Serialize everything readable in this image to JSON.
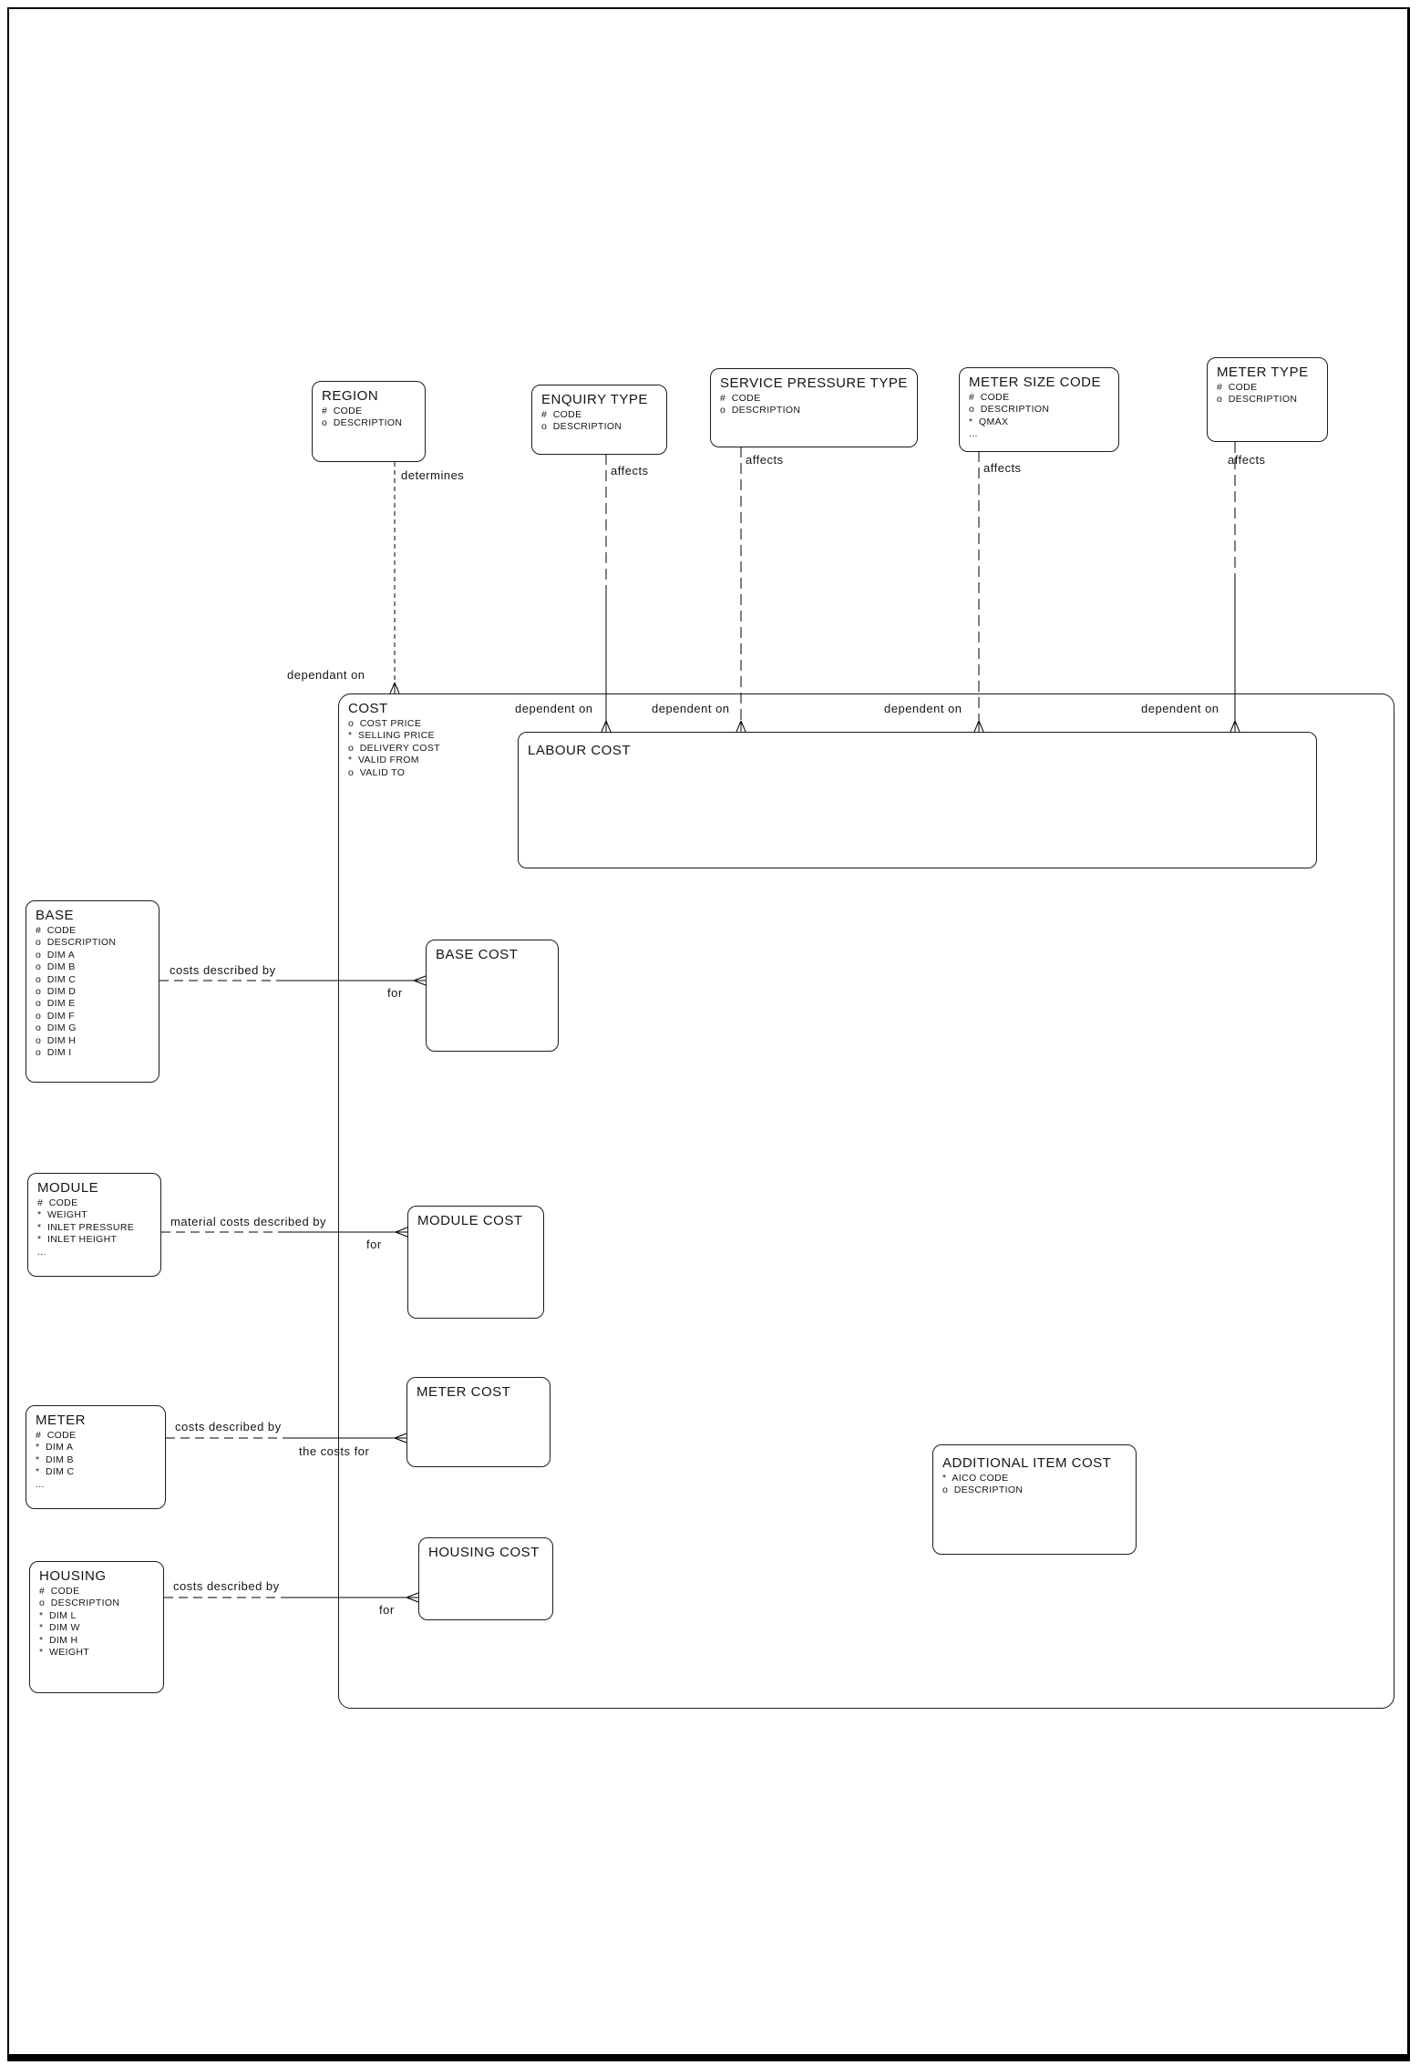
{
  "diagram_type": "entity-relationship-diagram",
  "colors": {
    "line": "#000000",
    "background": "#ffffff",
    "text": "#151515"
  },
  "entities": {
    "region": {
      "title": "REGION",
      "attributes": [
        "#  CODE",
        "o  DESCRIPTION"
      ]
    },
    "enquiry_type": {
      "title": "ENQUIRY TYPE",
      "attributes": [
        "#  CODE",
        "o  DESCRIPTION"
      ]
    },
    "service_pressure_type": {
      "title": "SERVICE PRESSURE TYPE",
      "attributes": [
        "#  CODE",
        "o  DESCRIPTION"
      ]
    },
    "meter_size_code": {
      "title": "METER SIZE CODE",
      "attributes": [
        "#  CODE",
        "o  DESCRIPTION",
        "*  QMAX",
        "..."
      ]
    },
    "meter_type": {
      "title": "METER TYPE",
      "attributes": [
        "#  CODE",
        "o  DESCRIPTION"
      ]
    },
    "cost": {
      "title": "COST",
      "attributes": [
        "o  COST PRICE",
        "*  SELLING PRICE",
        "o  DELIVERY COST",
        "*  VALID FROM",
        "o  VALID TO"
      ]
    },
    "labour_cost": {
      "title": "LABOUR COST",
      "attributes": []
    },
    "base": {
      "title": "BASE",
      "attributes": [
        "#  CODE",
        "o  DESCRIPTION",
        "o  DIM A",
        "o  DIM B",
        "o  DIM C",
        "o  DIM D",
        "o  DIM E",
        "o  DIM F",
        "o  DIM G",
        "o  DIM H",
        "o  DIM I"
      ]
    },
    "base_cost": {
      "title": "BASE COST",
      "attributes": []
    },
    "module": {
      "title": "MODULE",
      "attributes": [
        "#  CODE",
        "*  WEIGHT",
        "*  INLET PRESSURE",
        "*  INLET HEIGHT",
        "..."
      ]
    },
    "module_cost": {
      "title": "MODULE COST",
      "attributes": []
    },
    "meter": {
      "title": "METER",
      "attributes": [
        "#  CODE",
        "*  DIM A",
        "*  DIM B",
        "*  DIM C",
        "..."
      ]
    },
    "meter_cost": {
      "title": "METER COST",
      "attributes": []
    },
    "housing": {
      "title": "HOUSING",
      "attributes": [
        "#  CODE",
        "o  DESCRIPTION",
        "*  DIM L",
        "*  DIM W",
        "*  DIM H",
        "*  WEIGHT"
      ]
    },
    "housing_cost": {
      "title": "HOUSING COST",
      "attributes": []
    },
    "additional_item_cost": {
      "title": "ADDITIONAL ITEM COST",
      "attributes": [
        "*  AICO CODE",
        "o  DESCRIPTION"
      ]
    }
  },
  "relationship_labels": {
    "determines": "determines",
    "dependant_on": "dependant on",
    "affects_enquiry": "affects",
    "affects_service": "affects",
    "affects_meter_size": "affects",
    "affects_meter_type": "affects",
    "dependent_on_enquiry": "dependent on",
    "dependent_on_service": "dependent on",
    "dependent_on_meter_size": "dependent on",
    "dependent_on_meter_type": "dependent on",
    "base_costs_described_by": "costs described by",
    "base_for": "for",
    "module_costs_described_by": "material costs described by",
    "module_for": "for",
    "meter_costs_described_by": "costs described by",
    "meter_the_costs_for": "the costs for",
    "housing_costs_described_by": "costs described by",
    "housing_for": "for"
  },
  "relationships": [
    {
      "from": "REGION",
      "to": "COST",
      "from_label": "determines",
      "to_label": "dependant on"
    },
    {
      "from": "ENQUIRY TYPE",
      "to": "LABOUR COST",
      "from_label": "affects",
      "to_label": "dependent on"
    },
    {
      "from": "SERVICE PRESSURE TYPE",
      "to": "LABOUR COST",
      "from_label": "affects",
      "to_label": "dependent on"
    },
    {
      "from": "METER SIZE CODE",
      "to": "LABOUR COST",
      "from_label": "affects",
      "to_label": "dependent on"
    },
    {
      "from": "METER TYPE",
      "to": "LABOUR COST",
      "from_label": "affects",
      "to_label": "dependent on"
    },
    {
      "from": "BASE",
      "to": "BASE COST",
      "from_label": "costs described by",
      "to_label": "for"
    },
    {
      "from": "MODULE",
      "to": "MODULE COST",
      "from_label": "material costs described by",
      "to_label": "for"
    },
    {
      "from": "METER",
      "to": "METER COST",
      "from_label": "costs described by",
      "to_label": "the costs for"
    },
    {
      "from": "HOUSING",
      "to": "HOUSING COST",
      "from_label": "costs described by",
      "to_label": "for"
    }
  ]
}
